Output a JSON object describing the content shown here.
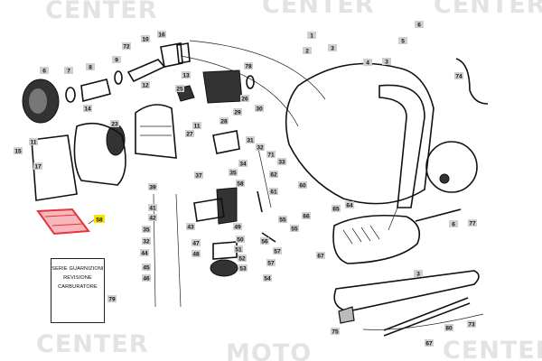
{
  "watermark": {
    "line1": "MOTO",
    "line2": "CENTER"
  },
  "highlight": {
    "part": "58",
    "color": "#e8323c",
    "label_bg": "#f5e400"
  },
  "note_box": {
    "line1": "SERIE GUARNIZIONI",
    "line2": "REVISIONE",
    "line3": "CARBURATORE",
    "ref": "79"
  },
  "labels": [
    "72",
    "10",
    "16",
    "13",
    "6",
    "7",
    "8",
    "9",
    "12",
    "78",
    "14",
    "25",
    "26",
    "23",
    "29",
    "30",
    "11",
    "28",
    "27",
    "11",
    "15",
    "17",
    "31",
    "32",
    "71",
    "33",
    "34",
    "35",
    "37",
    "62",
    "1",
    "2",
    "3",
    "4",
    "3",
    "5",
    "6",
    "74",
    "60",
    "61",
    "65",
    "64",
    "66",
    "55",
    "57",
    "67",
    "6",
    "77",
    "3",
    "75",
    "80",
    "73",
    "67",
    "39",
    "58",
    "41",
    "42",
    "43",
    "49",
    "35",
    "32",
    "44",
    "47",
    "48",
    "50",
    "56",
    "51",
    "52",
    "45",
    "53",
    "46",
    "54",
    "55",
    "57"
  ]
}
